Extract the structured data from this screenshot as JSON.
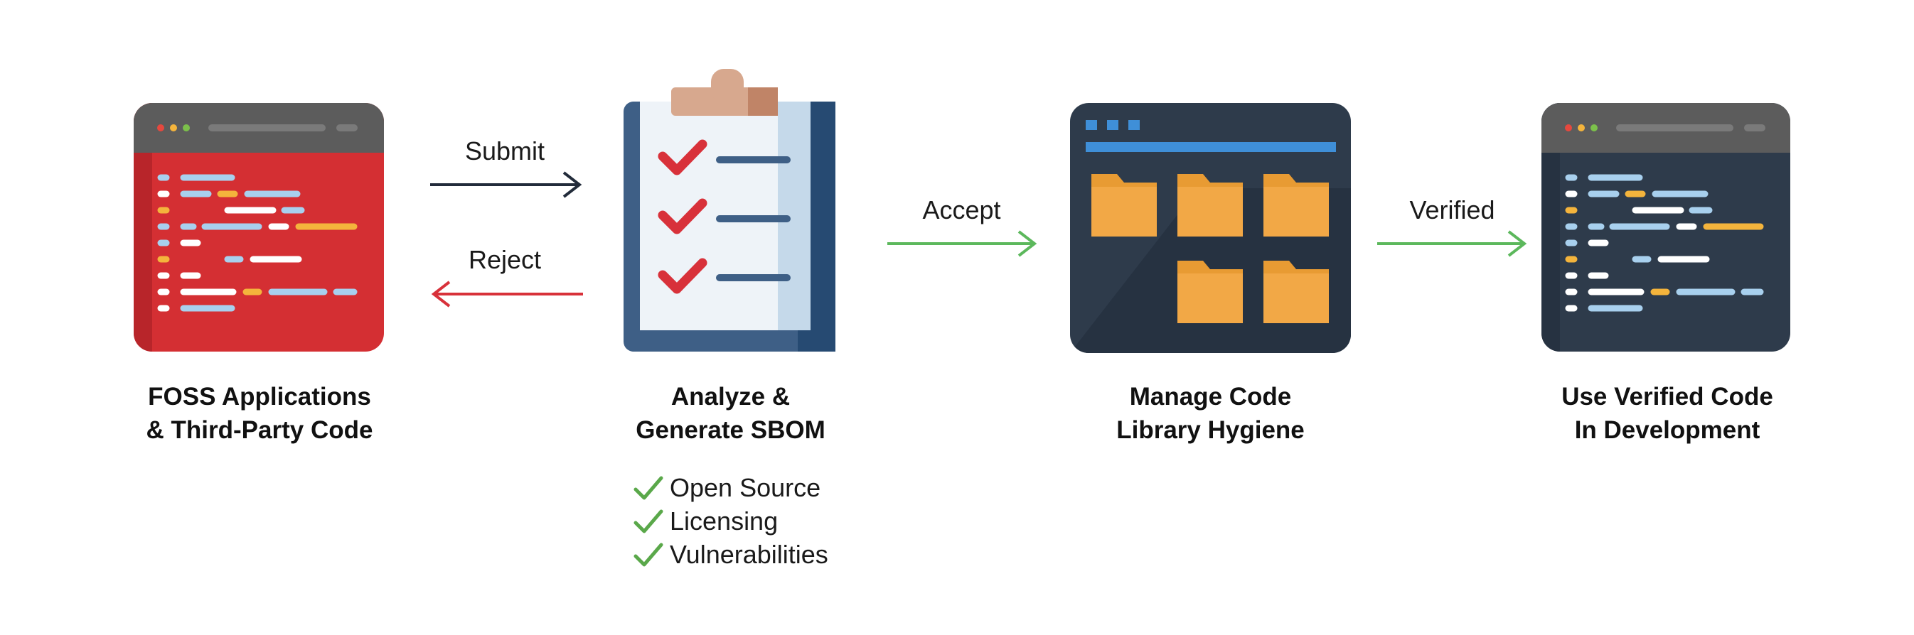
{
  "colors": {
    "reject_red": "#d8313a",
    "accept_green": "#5cb85c",
    "submit_navy": "#222b3a",
    "code_bg_red": "#d42f33",
    "code_bg_dark": "#2e3b4b",
    "folder_orange": "#f2a846",
    "clipboard_blue": "#3e5f86",
    "check_red": "#d8313a",
    "check_green": "#5aa84a"
  },
  "stages": [
    {
      "icon": "code-window-red-icon",
      "title_line1": "FOSS Applications",
      "title_line2": "& Third-Party Code"
    },
    {
      "icon": "clipboard-checklist-icon",
      "title_line1": "Analyze &",
      "title_line2": "Generate SBOM"
    },
    {
      "icon": "folder-library-icon",
      "title_line1": "Manage Code",
      "title_line2": "Library Hygiene"
    },
    {
      "icon": "code-window-dark-icon",
      "title_line1": "Use Verified Code",
      "title_line2": "In Development"
    }
  ],
  "arrows": {
    "submit": "Submit",
    "reject": "Reject",
    "accept": "Accept",
    "verified": "Verified"
  },
  "checks": [
    "Open Source",
    "Licensing",
    "Vulnerabilities"
  ]
}
